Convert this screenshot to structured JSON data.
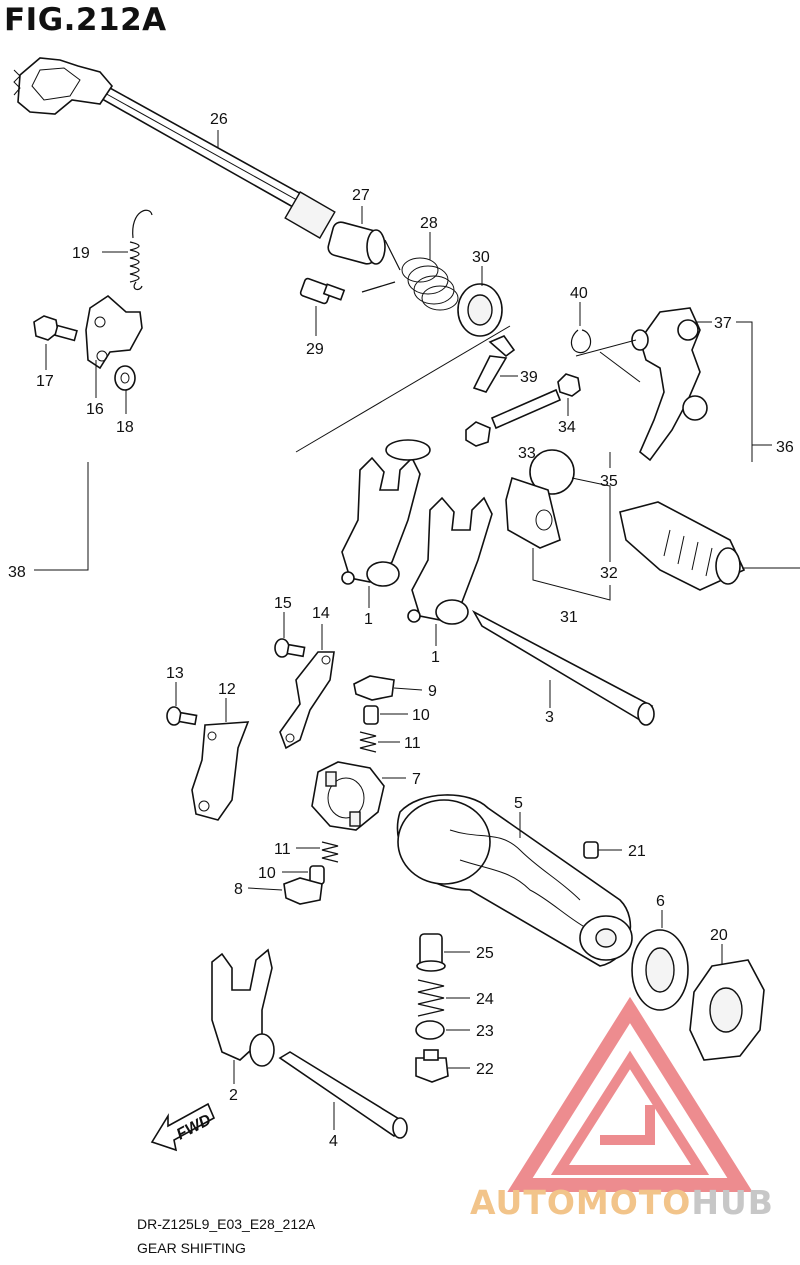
{
  "figure": {
    "title": "FIG.212A",
    "caption_code": "DR-Z125L9_E03_E28_212A",
    "caption_title": "GEAR SHIFTING"
  },
  "direction_marker": "FWD",
  "watermark": {
    "text_part1": "AUTOMOTO",
    "text_part2": "HUB",
    "color_logo": "#e8666a",
    "color_text1": "#f2c48a",
    "color_text2": "#c7c7c7"
  },
  "callouts": {
    "c26": "26",
    "c27": "27",
    "c28": "28",
    "c30": "30",
    "c19": "19",
    "c17": "17",
    "c16": "16",
    "c18": "18",
    "c29": "29",
    "c40": "40",
    "c37": "37",
    "c36": "36",
    "c39": "39",
    "c34": "34",
    "c33": "33",
    "c35": "35",
    "c32": "32",
    "c31": "31",
    "c38": "38",
    "c1a": "1",
    "c1b": "1",
    "c3": "3",
    "c15": "15",
    "c14": "14",
    "c13": "13",
    "c12": "12",
    "c9": "9",
    "c10a": "10",
    "c11a": "11",
    "c7": "7",
    "c5": "5",
    "c21": "21",
    "c11b": "11",
    "c10b": "10",
    "c8": "8",
    "c6": "6",
    "c20": "20",
    "c25": "25",
    "c24": "24",
    "c23": "23",
    "c22": "22",
    "c2": "2",
    "c4": "4"
  }
}
